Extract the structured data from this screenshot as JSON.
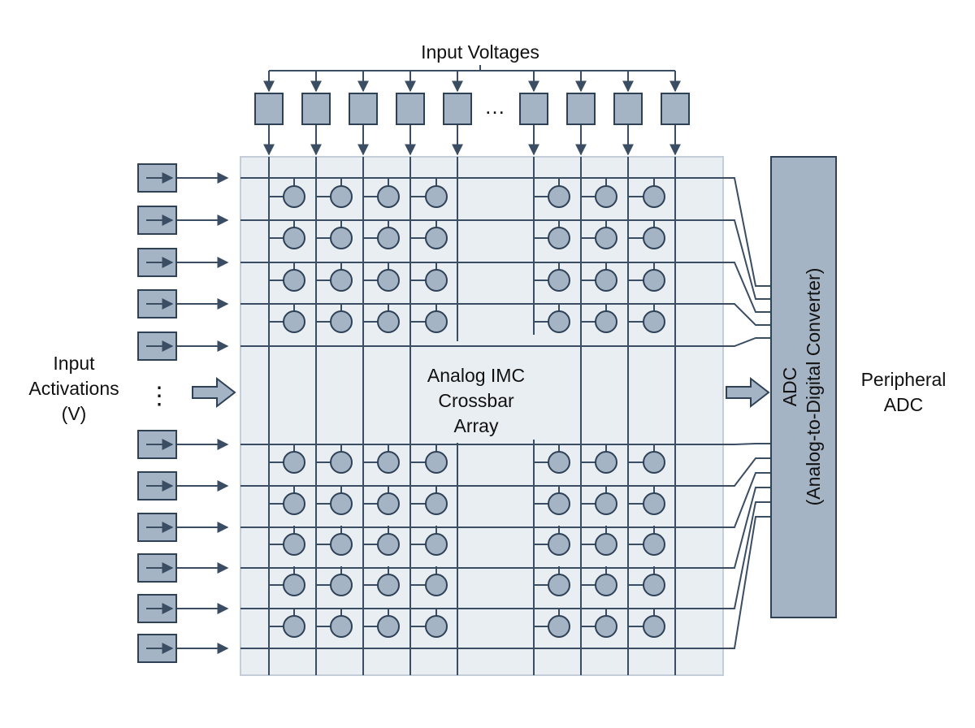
{
  "labels": {
    "top": "Input Voltages",
    "top_ellipsis": "…",
    "left": [
      "Input",
      "Activations",
      "(V)"
    ],
    "left_ellipsis": "⋮",
    "center": [
      "Analog IMC",
      "Crossbar",
      "Array"
    ],
    "adc": [
      "ADC",
      "(Analog-to-Digital Converter)"
    ],
    "right": [
      "Peripheral",
      "ADC"
    ]
  },
  "colors": {
    "block_fill": "#a5b4c4",
    "line": "#3a4d63",
    "array_background": "#e9eef3"
  }
}
